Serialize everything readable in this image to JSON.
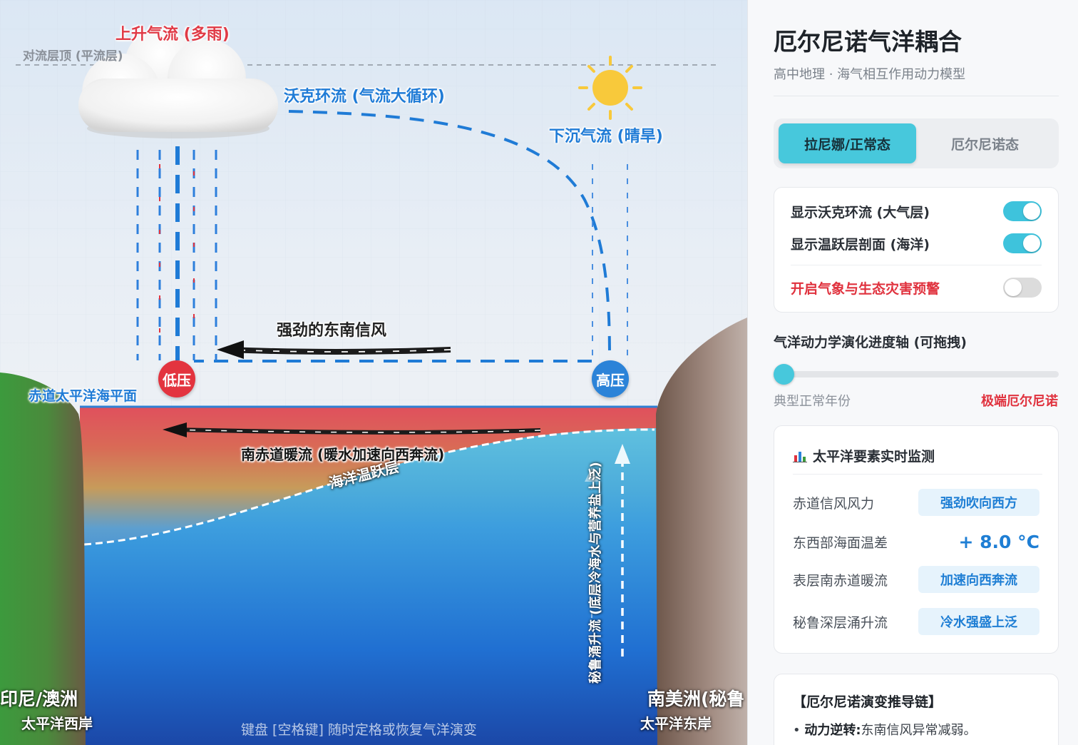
{
  "scene": {
    "tropopause": "对流层顶 (平流层)",
    "rising": "上升气流 (多雨)",
    "walker": "沃克环流 (气流大循环)",
    "sinking": "下沉气流 (晴旱)",
    "trade_wind": "强劲的东南信风",
    "low_pressure": "低压",
    "high_pressure": "高压",
    "sea_level": "赤道太平洋海平面",
    "current": "南赤道暖流 (暖水加速向西奔流)",
    "thermocline": "海洋温跃层",
    "upwelling": "秘鲁涌升流 (底层冷海水与营养盐上泛)",
    "west_land": "印尼/澳洲",
    "west_coast": "太平洋西岸",
    "east_land": "南美洲(秘鲁",
    "east_coast": "太平洋东岸",
    "hint": "键盘 [空格键] 随时定格或恢复气洋演变",
    "colors": {
      "low": "#e3343f",
      "high": "#2b83d8",
      "walker": "#1f7bd6"
    }
  },
  "panel": {
    "title": "厄尔尼诺气洋耦合",
    "subtitle": "高中地理 · 海气相互作用动力模型",
    "modes": [
      "拉尼娜/正常态",
      "厄尔尼诺态"
    ],
    "active_mode": 0,
    "toggles": [
      {
        "label": "显示沃克环流 (大气层)",
        "on": true
      },
      {
        "label": "显示温跃层剖面 (海洋)",
        "on": true
      },
      {
        "label": "开启气象与生态灾害预警",
        "on": false
      }
    ],
    "slider": {
      "title": "气洋动力学演化进度轴 (可拖拽)",
      "value": 0,
      "min_label": "典型正常年份",
      "max_label": "极端厄尔尼诺"
    },
    "monitor": {
      "icon": "bar-chart-icon",
      "title": "太平洋要素实时监测",
      "rows": [
        {
          "label": "赤道信风风力",
          "value": "强劲吹向西方"
        },
        {
          "label": "东西部海面温差",
          "value": "+ 8.0 °C"
        },
        {
          "label": "表层南赤道暖流",
          "value": "加速向西奔流"
        },
        {
          "label": "秘鲁深层涌升流",
          "value": "冷水强盛上泛"
        }
      ]
    },
    "chain": {
      "title": "【厄尔尼诺演变推导链】",
      "item_head": "动力逆转:",
      "item_body": "东南信风异常减弱。"
    }
  }
}
